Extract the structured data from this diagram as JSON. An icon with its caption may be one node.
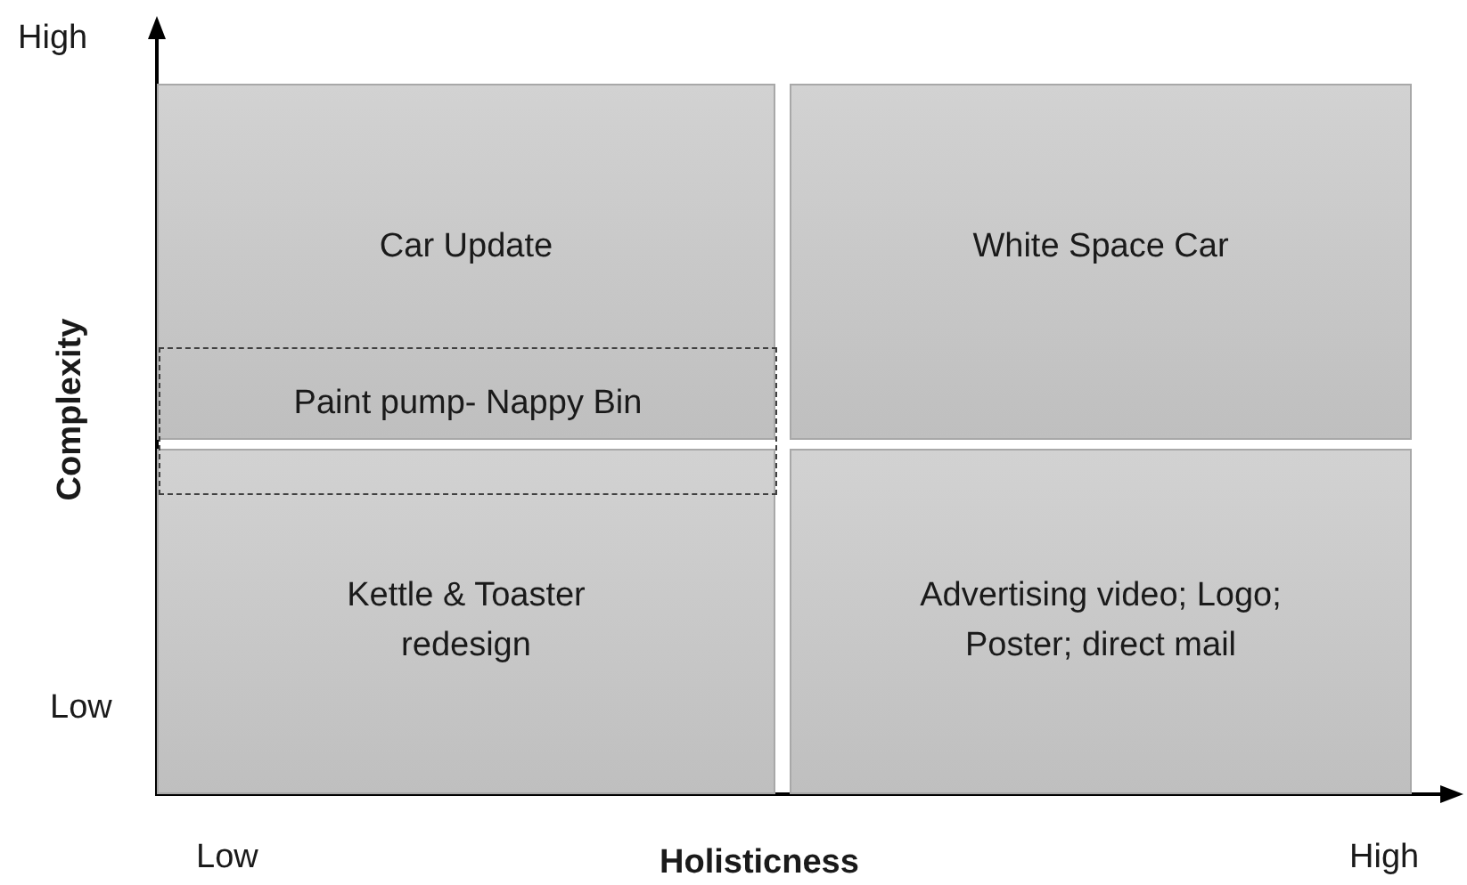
{
  "diagram": {
    "nodes": [
      {
        "text": [
          "Car Update"
        ]
      },
      {
        "text": [
          "White Space Car"
        ]
      },
      {
        "text": [
          "Kettle & Toaster redesign"
        ]
      },
      {
        "text": [
          "Advertising video; Logo; Poster; direct mail"
        ]
      },
      {
        "text": [
          "Paint pump- Nappy Bin"
        ]
      }
    ],
    "labels": [
      "High",
      "Complexity",
      "Low",
      "Low",
      "Holisticness",
      "High"
    ]
  }
}
